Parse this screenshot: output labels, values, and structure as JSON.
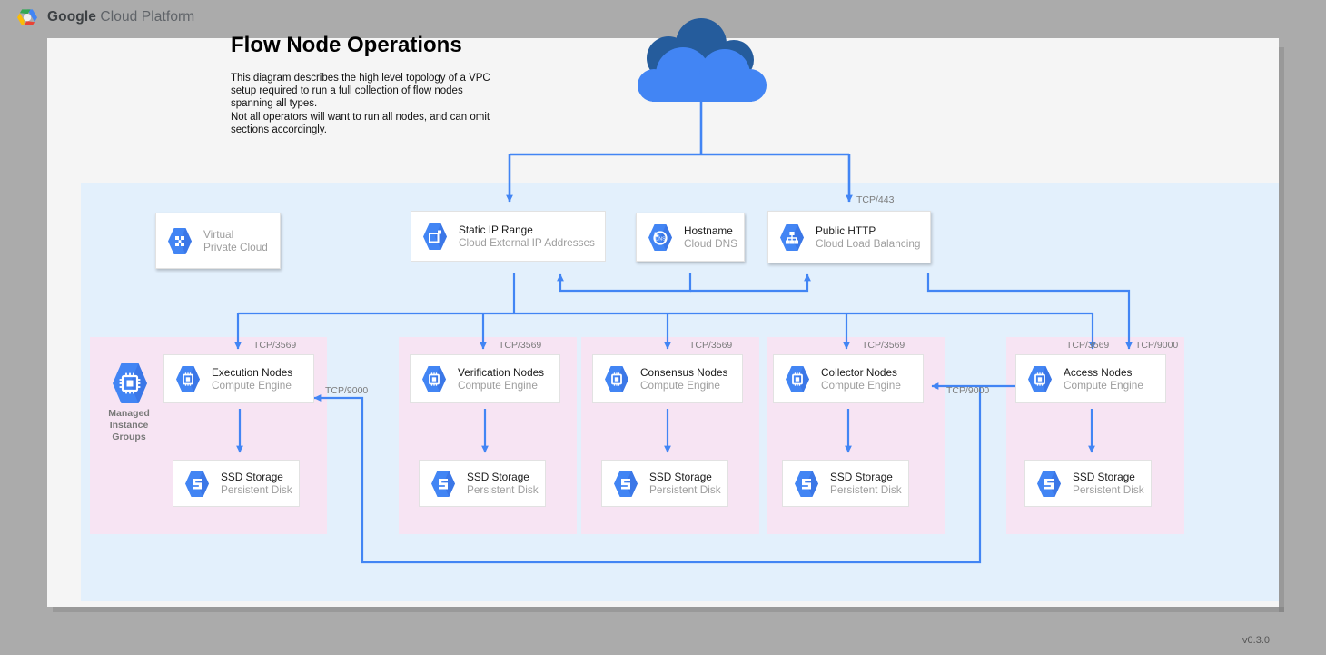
{
  "brand": {
    "prefix": "Google",
    "suffix": " Cloud Platform",
    "logo_icon": "gcp-hexagon-logo"
  },
  "header": {
    "title": "Flow Node Operations",
    "description_lines": [
      "This diagram describes the high level topology of a VPC setup required to run a full collection of flow nodes spanning all types.",
      "Not all operators will want to run all nodes, and can omit sections accordingly."
    ]
  },
  "footer": {
    "version": "v0.3.0"
  },
  "colors": {
    "page_background": "#ababab",
    "panel": "#f5f5f5",
    "vpc_region": "#e3f0fc",
    "group_region": "#f7e4f3",
    "connector": "#4285f4",
    "icon_blue": "#4285f4",
    "icon_blue_dark": "#3367d6",
    "cloud_light": "#4285f4",
    "cloud_dark": "#255c9c",
    "label_text": "#7c7c7c",
    "card_title": "#1b1b1b",
    "card_subtitle": "#9e9e9e"
  },
  "internet": {
    "icon": "cloud-icon",
    "label": ""
  },
  "top_row": [
    {
      "id": "virtual-private-cloud",
      "title": "Virtual",
      "subtitle": "Private Cloud",
      "icon": "vpc-icon",
      "muted": true,
      "stacked": false
    },
    {
      "id": "static-ip-range",
      "title": "Static IP Range",
      "subtitle": "Cloud External IP Addresses",
      "icon": "external-ip-icon",
      "muted": false,
      "stacked": true
    },
    {
      "id": "hostname",
      "title": "Hostname",
      "subtitle": "Cloud DNS",
      "icon": "cloud-dns-icon",
      "muted": false,
      "stacked": false
    },
    {
      "id": "public-http",
      "title": "Public HTTP",
      "subtitle": "Cloud Load Balancing",
      "icon": "load-balancing-icon",
      "muted": false,
      "stacked": false
    }
  ],
  "group_label": {
    "icon": "compute-engine-icon",
    "lines": [
      "Managed",
      "Instance",
      "Groups"
    ]
  },
  "node_groups": [
    {
      "id": "execution",
      "compute": {
        "title": "Execution Nodes",
        "subtitle": "Compute Engine",
        "icon": "compute-engine-icon"
      },
      "storage": {
        "title": "SSD Storage",
        "subtitle": "Persistent Disk",
        "icon": "persistent-disk-icon"
      },
      "ingress_port": "TCP/3569"
    },
    {
      "id": "verification",
      "compute": {
        "title": "Verification Nodes",
        "subtitle": "Compute Engine",
        "icon": "compute-engine-icon"
      },
      "storage": {
        "title": "SSD Storage",
        "subtitle": "Persistent Disk",
        "icon": "persistent-disk-icon"
      },
      "ingress_port": "TCP/3569"
    },
    {
      "id": "consensus",
      "compute": {
        "title": "Consensus Nodes",
        "subtitle": "Compute Engine",
        "icon": "compute-engine-icon"
      },
      "storage": {
        "title": "SSD Storage",
        "subtitle": "Persistent Disk",
        "icon": "persistent-disk-icon"
      },
      "ingress_port": "TCP/3569"
    },
    {
      "id": "collector",
      "compute": {
        "title": "Collector Nodes",
        "subtitle": "Compute Engine",
        "icon": "compute-engine-icon"
      },
      "storage": {
        "title": "SSD Storage",
        "subtitle": "Persistent Disk",
        "icon": "persistent-disk-icon"
      },
      "ingress_port": "TCP/3569"
    },
    {
      "id": "access",
      "compute": {
        "title": "Access Nodes",
        "subtitle": "Compute Engine",
        "icon": "compute-engine-icon"
      },
      "storage": {
        "title": "SSD Storage",
        "subtitle": "Persistent Disk",
        "icon": "persistent-disk-icon"
      },
      "ingress_port": "TCP/3569"
    }
  ],
  "port_labels": {
    "lb_ingress": "TCP/443",
    "access_extra_ingress": "TCP/9000",
    "access_to_collector": "TCP/9000",
    "access_to_execution": "TCP/9000"
  }
}
